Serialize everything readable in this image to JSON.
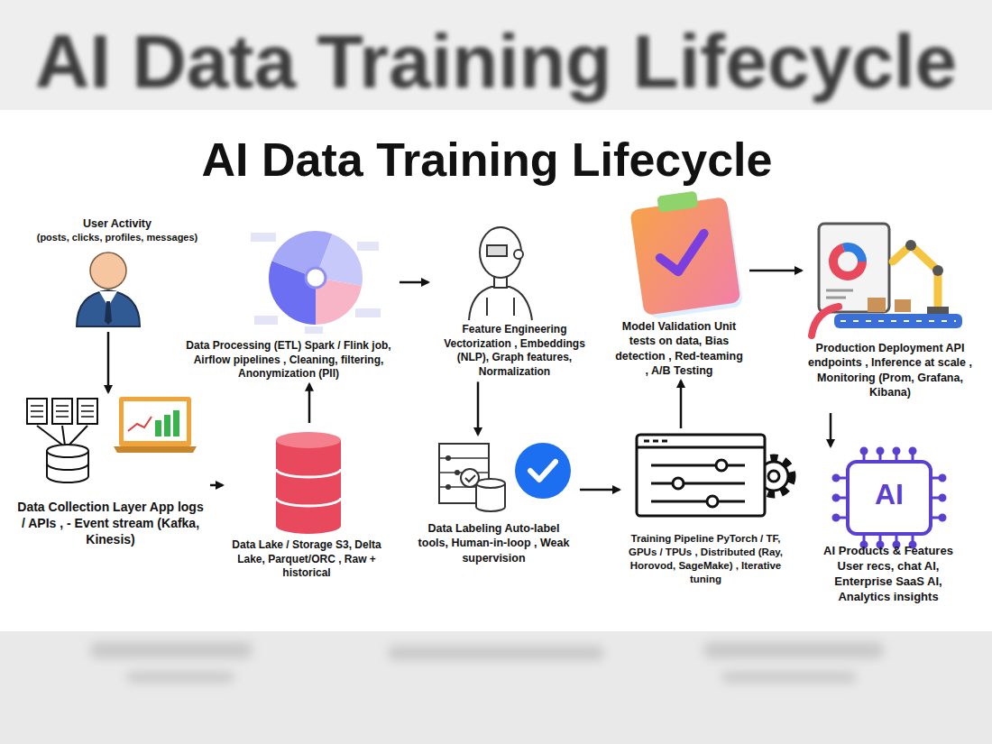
{
  "diagram": {
    "title": "AI Data Training Lifecycle",
    "nodes": [
      {
        "text": [
          "User Activity",
          "(posts, clicks, profiles, messages)"
        ]
      },
      {
        "text": [
          "Data Collection Layer App logs / APIs , - Event stream (Kafka, Kinesis)"
        ]
      },
      {
        "text": [
          "Data Lake / Storage S3, Delta Lake, Parquet/ORC , Raw + historical"
        ]
      },
      {
        "text": [
          "Data Processing (ETL) Spark / Flink job, Airflow pipelines , Cleaning, filtering, Anonymization (PII)"
        ]
      },
      {
        "text": [
          "Feature Engineering Vectorization , Embeddings (NLP), Graph features, Normalization"
        ]
      },
      {
        "text": [
          "Data Labeling Auto-label tools, Human-in-loop , Weak supervision"
        ]
      },
      {
        "text": [
          "Training Pipeline PyTorch / TF, GPUs / TPUs , Distributed (Ray, Horovod, SageMake) , Iterative tuning"
        ]
      },
      {
        "text": [
          "Model Validation Unit tests on data, Bias detection , Red-teaming , A/B Testing"
        ]
      },
      {
        "text": [
          "Production Deployment API endpoints , Inference at scale , Monitoring (Prom, Grafana, Kibana)"
        ]
      },
      {
        "text": [
          "AI Products & Features User recs, chat AI, Enterprise SaaS AI, Analytics insights"
        ]
      }
    ],
    "edges": [
      {
        "from": 0,
        "to": 1,
        "arrow": "to"
      },
      {
        "from": 1,
        "to": 2,
        "arrow": "to"
      },
      {
        "from": 2,
        "to": 3,
        "arrow": "to"
      },
      {
        "from": 3,
        "to": 4,
        "arrow": "to"
      },
      {
        "from": 4,
        "to": 5,
        "arrow": "to"
      },
      {
        "from": 5,
        "to": 6,
        "arrow": "to"
      },
      {
        "from": 6,
        "to": 7,
        "arrow": "to"
      },
      {
        "from": 7,
        "to": 8,
        "arrow": "to"
      },
      {
        "from": 8,
        "to": 9,
        "arrow": "to"
      }
    ],
    "labels": [
      "AI Data Training Lifecycle",
      "AI"
    ]
  }
}
